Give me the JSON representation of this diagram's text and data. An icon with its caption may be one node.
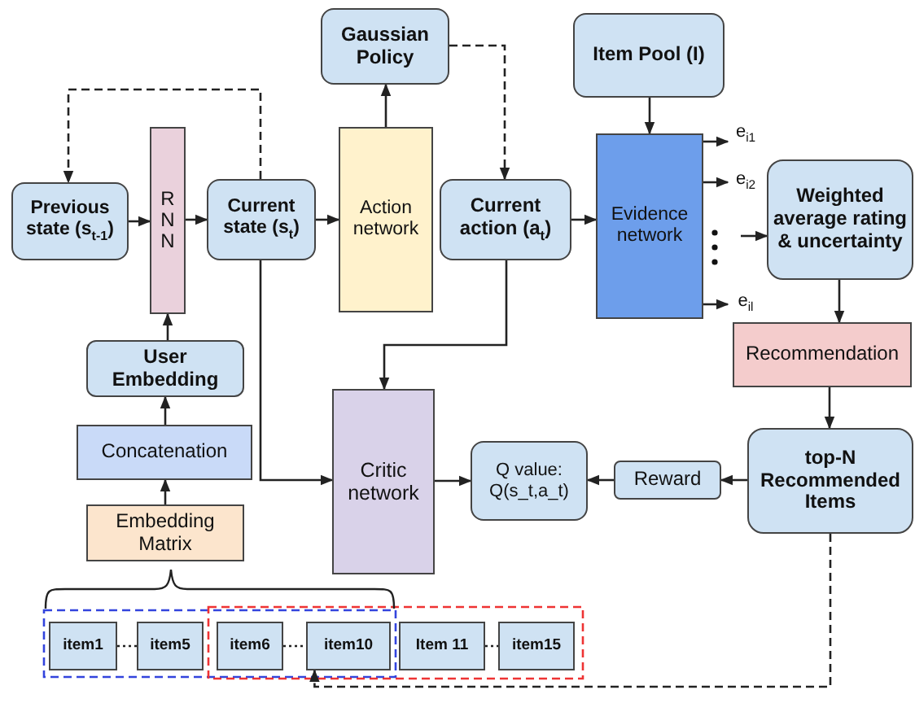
{
  "diagram": {
    "nodes": [
      {
        "text": [
          "Gaussian Policy"
        ]
      },
      {
        "text": [
          "Item Pool (I)"
        ]
      },
      {
        "text": [
          "Previous state (s$_{t-1}$)"
        ]
      },
      {
        "text": [
          "RNN"
        ]
      },
      {
        "text": [
          "Current state (s$_{t}$)"
        ]
      },
      {
        "text": [
          "Action network"
        ]
      },
      {
        "text": [
          "Current action (a$_{t}$)"
        ]
      },
      {
        "text": [
          "Evidence network"
        ]
      },
      {
        "text": [
          "e$_{i1}$"
        ]
      },
      {
        "text": [
          "e$_{i2}$"
        ]
      },
      {
        "text": [
          "Weighted average rating & uncertainty"
        ]
      },
      {
        "text": [
          "e$_{il}$"
        ]
      },
      {
        "text": [
          "Recommendation"
        ]
      },
      {
        "text": [
          "User Embedding"
        ]
      },
      {
        "text": [
          "Critic network"
        ]
      },
      {
        "text": [
          "Q value: Q(s_t,a_t)"
        ]
      },
      {
        "text": [
          "Reward"
        ]
      },
      {
        "text": [
          "top-N Recommended Items"
        ]
      },
      {
        "text": [
          "Concatenation"
        ]
      },
      {
        "text": [
          "Embedding Matrix"
        ]
      },
      {
        "text": [
          "item1"
        ]
      },
      {
        "text": [
          "item5"
        ]
      },
      {
        "text": [
          "item6"
        ]
      },
      {
        "text": [
          "item10"
        ]
      },
      {
        "text": [
          "Item 11"
        ]
      },
      {
        "text": [
          "item15"
        ]
      }
    ],
    "edges": [
      {
        "from": 2,
        "to": 3,
        "arrow": "to"
      },
      {
        "from": 3,
        "to": 4,
        "arrow": "to"
      },
      {
        "from": 4,
        "to": 2,
        "arrow": "to",
        "style": "dashed"
      },
      {
        "from": 4,
        "to": 5,
        "arrow": "to"
      },
      {
        "from": 5,
        "to": 0,
        "arrow": "to"
      },
      {
        "from": 0,
        "to": 6,
        "arrow": "to",
        "style": "dashed"
      },
      {
        "from": 6,
        "to": 7,
        "arrow": "to"
      },
      {
        "from": 1,
        "to": 7,
        "arrow": "to"
      },
      {
        "from": 7,
        "to": 8,
        "arrow": "to"
      },
      {
        "from": 7,
        "to": 9,
        "arrow": "to"
      },
      {
        "from": 7,
        "to": 11,
        "arrow": "to"
      },
      {
        "from": null,
        "to": 10,
        "arrow": "to"
      },
      {
        "from": 10,
        "to": 12,
        "arrow": "to"
      },
      {
        "from": 12,
        "to": 17,
        "arrow": "to"
      },
      {
        "from": 17,
        "to": 16,
        "arrow": "to"
      },
      {
        "from": 16,
        "to": 15,
        "arrow": "to"
      },
      {
        "from": 14,
        "to": 15,
        "arrow": "to"
      },
      {
        "from": 4,
        "to": 14,
        "arrow": "to"
      },
      {
        "from": 6,
        "to": 14,
        "arrow": "to"
      },
      {
        "from": 13,
        "to": 3,
        "arrow": "to"
      },
      {
        "from": 18,
        "to": 13,
        "arrow": "to"
      },
      {
        "from": 19,
        "to": 18,
        "arrow": "to"
      },
      {
        "from": 17,
        "to": 23,
        "arrow": "to",
        "style": "dashed"
      },
      {
        "from": 20,
        "to": 21,
        "arrow": "none",
        "style": "dashed"
      },
      {
        "from": 22,
        "to": 23,
        "arrow": "none",
        "style": "dashed"
      },
      {
        "from": 24,
        "to": 25,
        "arrow": "none",
        "style": "dashed"
      }
    ]
  }
}
